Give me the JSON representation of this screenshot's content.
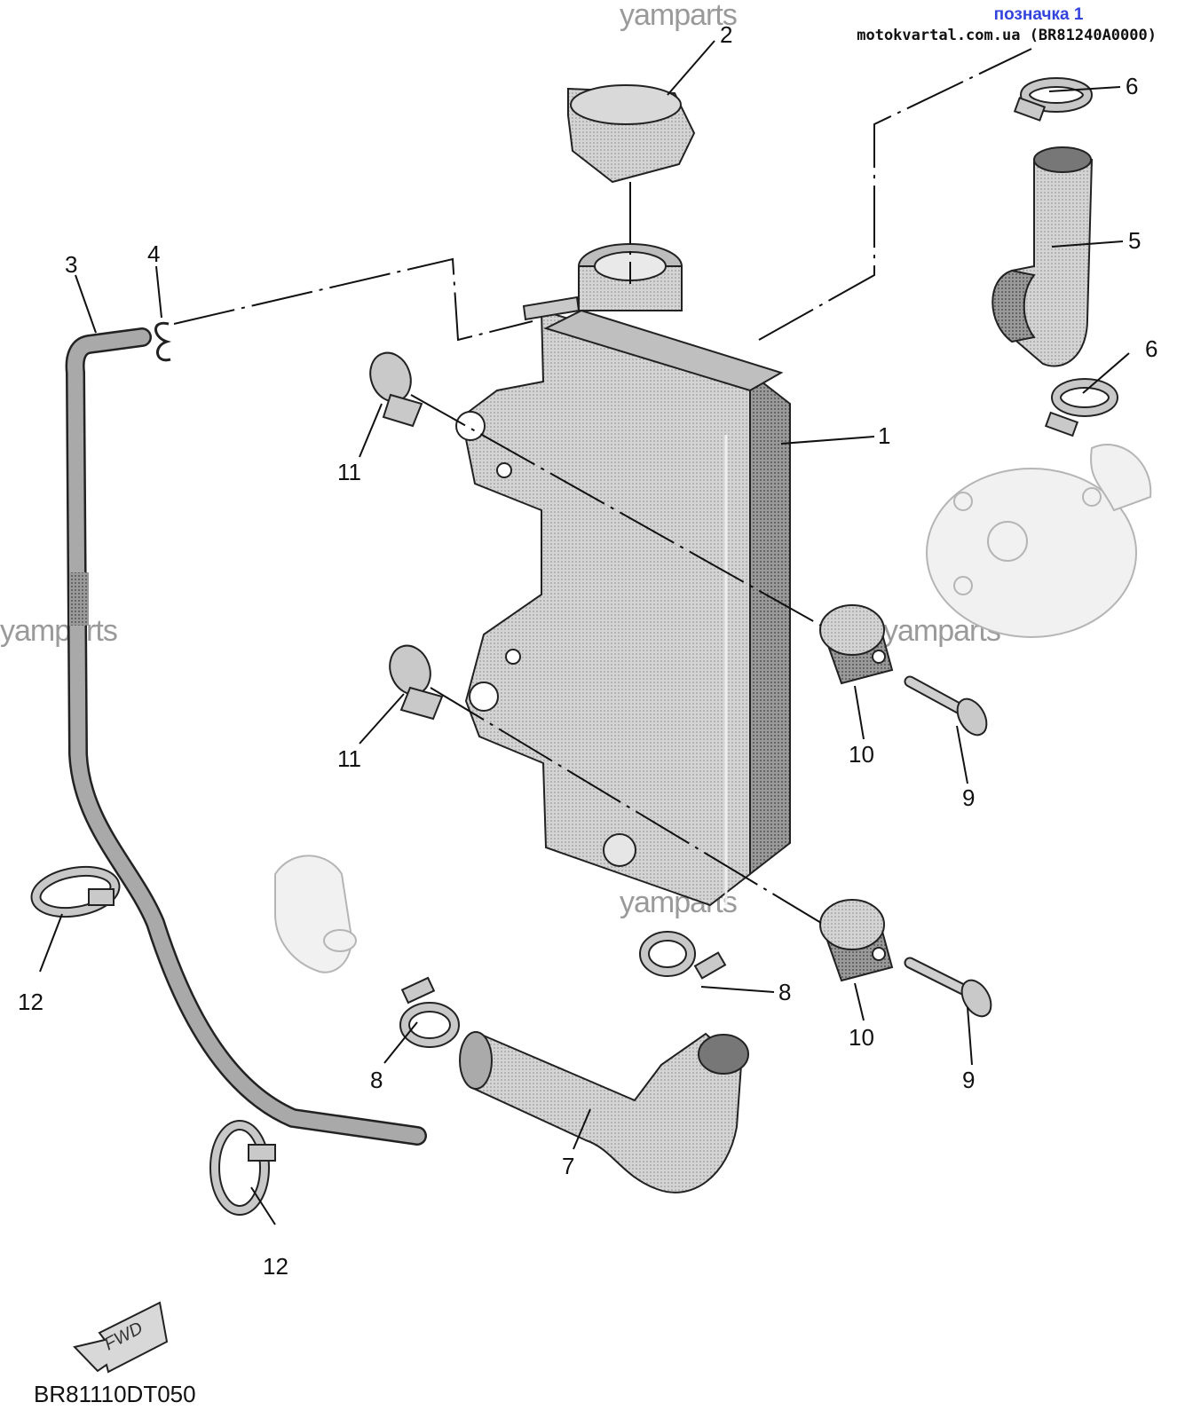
{
  "header": {
    "label": "позначка 1",
    "site": "motokvartal.com.ua (BR81240A0000)"
  },
  "watermarks": [
    "yamparts",
    "yamparts",
    "yamparts",
    "yamparts"
  ],
  "callouts": [
    {
      "id": "1",
      "text": "1"
    },
    {
      "id": "2",
      "text": "2"
    },
    {
      "id": "3",
      "text": "3"
    },
    {
      "id": "4",
      "text": "4"
    },
    {
      "id": "5",
      "text": "5"
    },
    {
      "id": "6a",
      "text": "6"
    },
    {
      "id": "6b",
      "text": "6"
    },
    {
      "id": "7",
      "text": "7"
    },
    {
      "id": "8a",
      "text": "8"
    },
    {
      "id": "8b",
      "text": "8"
    },
    {
      "id": "9a",
      "text": "9"
    },
    {
      "id": "9b",
      "text": "9"
    },
    {
      "id": "10a",
      "text": "10"
    },
    {
      "id": "10b",
      "text": "10"
    },
    {
      "id": "11a",
      "text": "11"
    },
    {
      "id": "11b",
      "text": "11"
    },
    {
      "id": "12a",
      "text": "12"
    },
    {
      "id": "12b",
      "text": "12"
    }
  ],
  "fwd_arrow": {
    "text": "FWD",
    "icon": "forward-arrow-icon"
  },
  "diagram_code": "BR81110DT050"
}
